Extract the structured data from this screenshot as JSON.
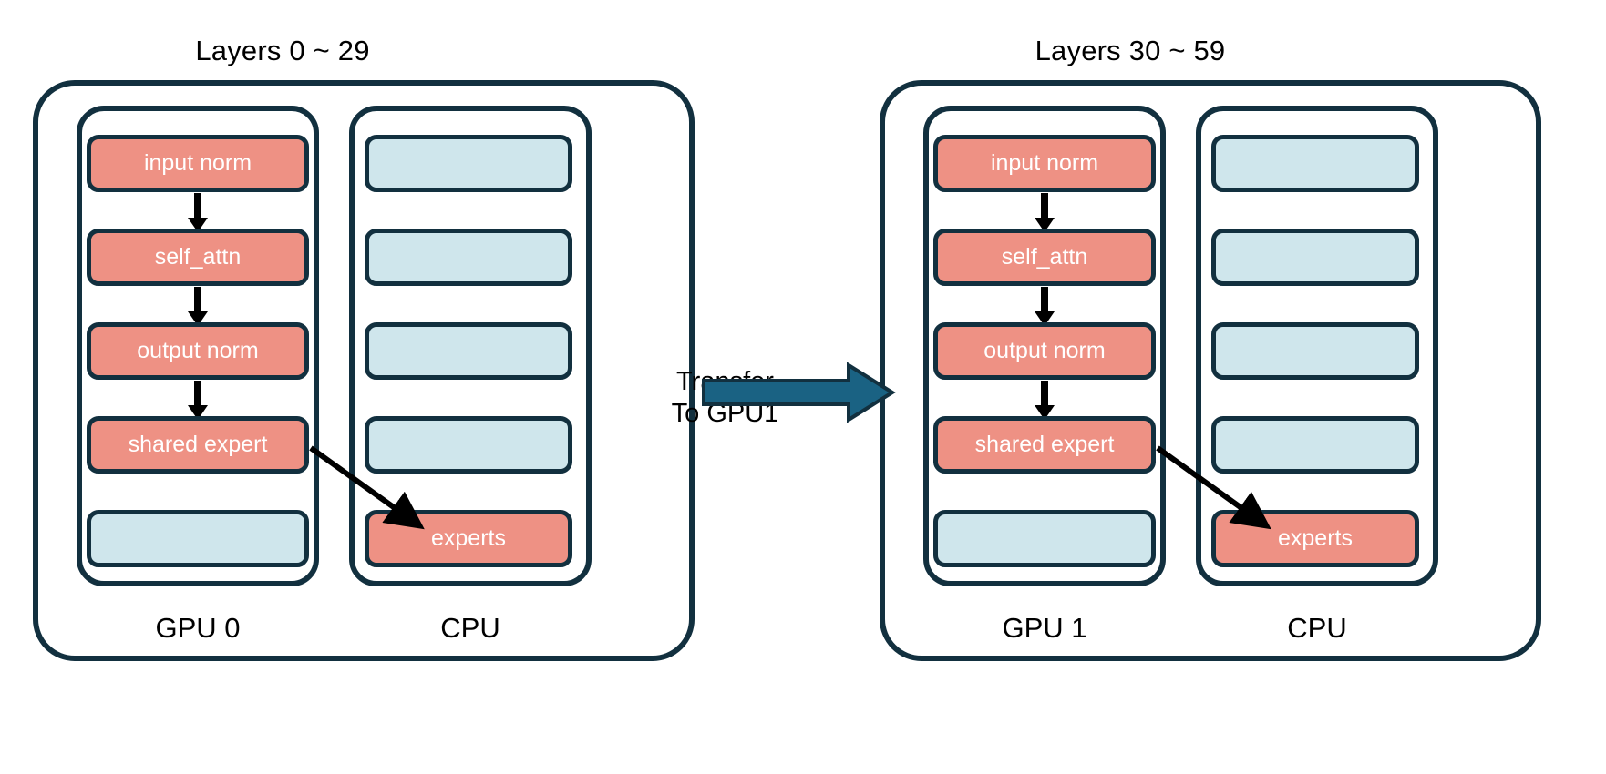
{
  "colors": {
    "active_fill": "#ee9184",
    "idle_fill": "#cfe6ec",
    "stroke": "#12303f",
    "arrow": "#000000",
    "transfer_arrow_fill": "#1a6283",
    "background": "#ffffff",
    "block_text": "#ffffff",
    "label_text": "#000000"
  },
  "panels": [
    {
      "title": "Layers 0 ~ 29",
      "gpu": {
        "label": "GPU 0",
        "blocks": [
          {
            "label": "input norm",
            "state": "active"
          },
          {
            "label": "self_attn",
            "state": "active"
          },
          {
            "label": "output norm",
            "state": "active"
          },
          {
            "label": "shared expert",
            "state": "active"
          },
          {
            "label": "",
            "state": "idle"
          }
        ]
      },
      "cpu": {
        "label": "CPU",
        "blocks": [
          {
            "label": "",
            "state": "idle"
          },
          {
            "label": "",
            "state": "idle"
          },
          {
            "label": "",
            "state": "idle"
          },
          {
            "label": "",
            "state": "idle"
          },
          {
            "label": "experts",
            "state": "active"
          }
        ]
      }
    },
    {
      "title": "Layers 30 ~ 59",
      "gpu": {
        "label": "GPU 1",
        "blocks": [
          {
            "label": "input norm",
            "state": "active"
          },
          {
            "label": "self_attn",
            "state": "active"
          },
          {
            "label": "output norm",
            "state": "active"
          },
          {
            "label": "shared expert",
            "state": "active"
          },
          {
            "label": "",
            "state": "idle"
          }
        ]
      },
      "cpu": {
        "label": "CPU",
        "blocks": [
          {
            "label": "",
            "state": "idle"
          },
          {
            "label": "",
            "state": "idle"
          },
          {
            "label": "",
            "state": "idle"
          },
          {
            "label": "",
            "state": "idle"
          },
          {
            "label": "experts",
            "state": "active"
          }
        ]
      }
    }
  ],
  "transfer": {
    "line1": "Transfer",
    "line2": "To GPU1"
  }
}
